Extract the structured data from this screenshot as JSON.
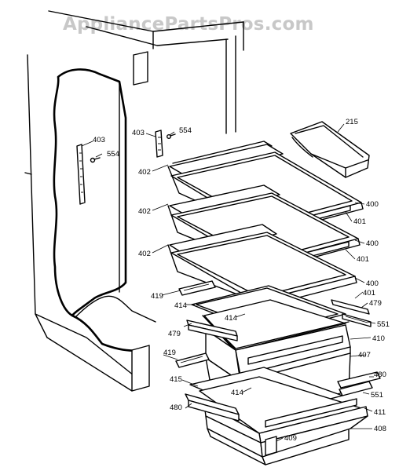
{
  "watermark": "AppliancePartsPros.com",
  "labels": {
    "l403a": "403",
    "l554a": "554",
    "l403b": "403",
    "l554b": "554",
    "l215": "215",
    "l402a": "402",
    "l402b": "402",
    "l402c": "402",
    "l400a": "400",
    "l401a": "401",
    "l400b": "400",
    "l401b": "401",
    "l400c": "400",
    "l419a": "419",
    "l414a": "414",
    "l401c": "401",
    "l479a": "479",
    "l414b": "414",
    "l551a": "551",
    "l479b": "479",
    "l410": "410",
    "l407": "407",
    "l419b": "419",
    "l480a": "480",
    "l415": "415",
    "l414c": "414",
    "l551b": "551",
    "l480b": "480",
    "l411": "411",
    "l408": "408",
    "l409": "409"
  }
}
